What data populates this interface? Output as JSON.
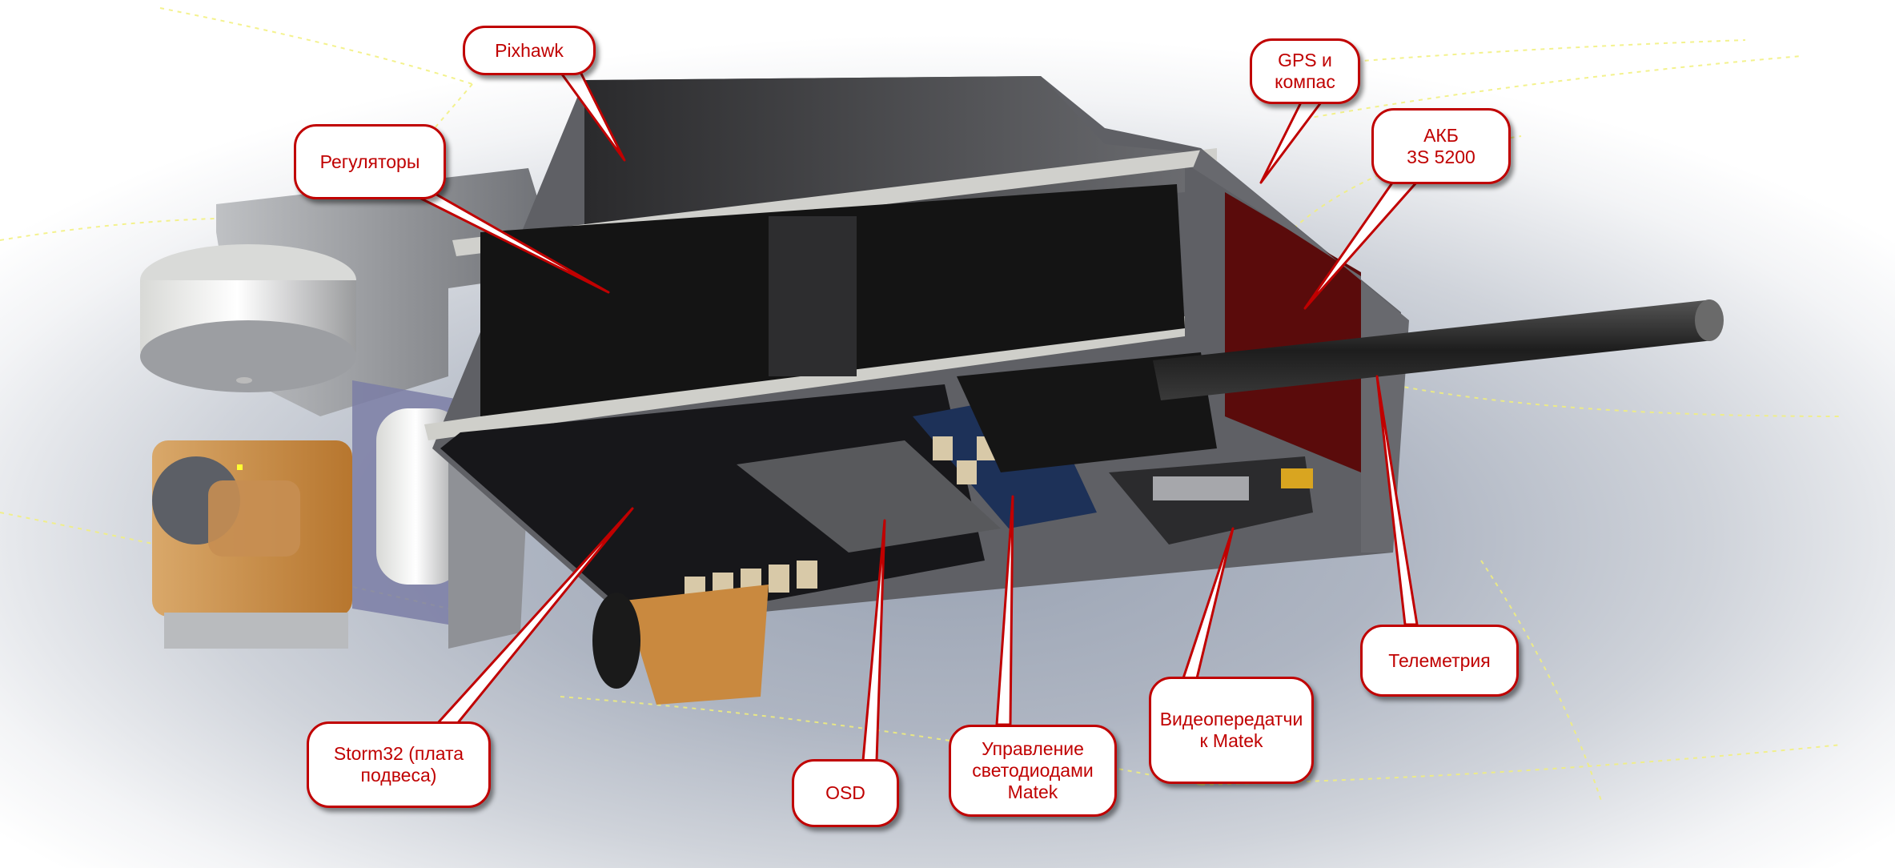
{
  "scene": {
    "subject": "quadcopter central module CAD assembly (exploded underside view)",
    "callout_style": {
      "border_color": "#c00000",
      "text_color": "#c00000",
      "fill": "#ffffff"
    },
    "colors": {
      "battery": "#5a0b0b",
      "frame": "#6d6e73",
      "board": "#1c1c1e",
      "camera": "#c9893f",
      "led_board": "#1d3158"
    }
  },
  "callouts": [
    {
      "id": "pixhawk",
      "text": "Pixhawk"
    },
    {
      "id": "esc",
      "text": "Регуляторы"
    },
    {
      "id": "gps",
      "text": "GPS и\nкомпас"
    },
    {
      "id": "battery",
      "text": "АКБ\n3S 5200"
    },
    {
      "id": "storm32",
      "text": "Storm32 (плата\nподвеса)"
    },
    {
      "id": "osd",
      "text": "OSD"
    },
    {
      "id": "led",
      "text": "Управление\nсветодиодами\nMatek"
    },
    {
      "id": "vtx",
      "text": "Видеопередатчи\nк Matek"
    },
    {
      "id": "telemetry",
      "text": "Телеметрия"
    }
  ]
}
